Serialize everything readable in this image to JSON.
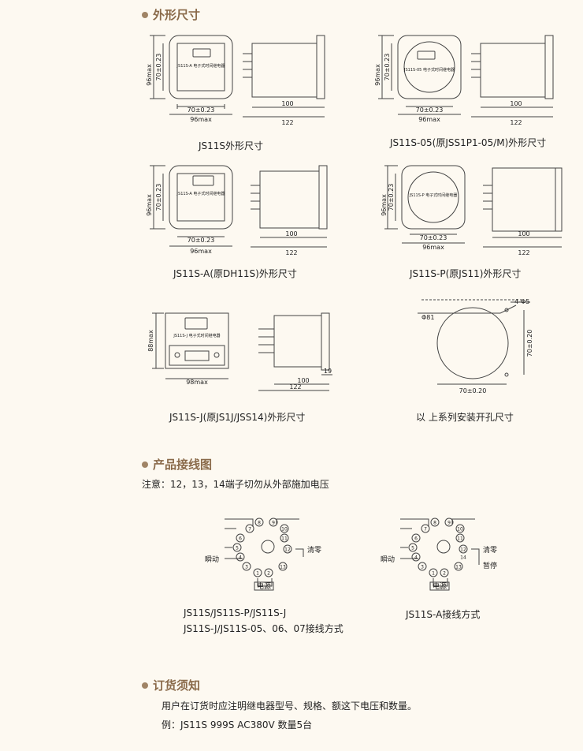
{
  "sections": {
    "dimensions": "外形尺寸",
    "wiring": "产品接线图",
    "ordering": "订货须知"
  },
  "drawings": {
    "d1": {
      "caption": "JS11S外形尺寸",
      "front_label": "JS11S-A 电子式时间继电器",
      "dims": {
        "h_outer": "96max",
        "h_inner": "70±0.23",
        "w_inner": "70±0.23",
        "w_outer": "96max",
        "depth1": "100",
        "depth2": "122"
      }
    },
    "d2": {
      "caption": "JS11S-05(原JSS1P1-05/M)外形尺寸",
      "front_label": "JS11S-05 电子式时间继电器",
      "dims": {
        "h_outer": "96max",
        "h_inner": "70±0.23",
        "w_inner": "70±0.23",
        "w_outer": "96max",
        "depth1": "100",
        "depth2": "122"
      }
    },
    "d3": {
      "caption": "JS11S-A(原DH11S)外形尺寸",
      "front_label": "JS11S-A 电子式时间继电器",
      "dims": {
        "h_outer": "96max",
        "h_inner": "70±0.23",
        "w_inner": "70±0.23",
        "w_outer": "96max",
        "depth1": "100",
        "depth2": "122"
      }
    },
    "d4": {
      "caption": "JS11S-P(原JS11)外形尺寸",
      "front_label": "JS11S-P 电子式时间继电器",
      "dims": {
        "h_outer": "96max",
        "h_inner": "70±0.23",
        "w_inner": "70±0.23",
        "w_outer": "96max",
        "depth1": "100",
        "depth2": "122"
      }
    },
    "d5": {
      "caption": "JS11S-J(原JS1J/JSS14)外形尺寸",
      "front_label": "JS11S-J 电子式时间继电器",
      "dims": {
        "h_outer": "88max",
        "w_outer": "98max",
        "depth1": "100",
        "depth2": "122",
        "small": "19"
      }
    },
    "d6": {
      "caption": "以 上系列安装开孔尺寸",
      "dims": {
        "dia": "Φ81",
        "holes": "4-Φ5",
        "v": "70±0.20",
        "h": "70±0.20"
      }
    }
  },
  "wiring": {
    "note": "注意：12，13，14端子切勿从外部施加电压",
    "left": {
      "caption_line1": "JS11S/JS11S-P/JS11S-J",
      "caption_line2": "JS11S-J/JS11S-05、06、07接线方式",
      "terminals": [
        "1",
        "2",
        "3",
        "4",
        "5",
        "6",
        "7",
        "8",
        "9",
        "10",
        "11",
        "12",
        "13"
      ],
      "label_start": "瞬动",
      "label_clear": "清零",
      "label_power": "电源"
    },
    "right": {
      "caption": "JS11S-A接线方式",
      "terminals": [
        "1",
        "2",
        "3",
        "4",
        "5",
        "6",
        "7",
        "8",
        "9",
        "10",
        "11",
        "12",
        "13",
        "14"
      ],
      "label_start": "瞬动",
      "label_clear": "清零",
      "label_pause": "暂停",
      "label_power": "电源"
    }
  },
  "ordering": {
    "line1": "用户在订货时应注明继电器型号、规格、额这下电压和数量。",
    "line2": "例：JS11S  999S  AC380V  数量5台"
  }
}
